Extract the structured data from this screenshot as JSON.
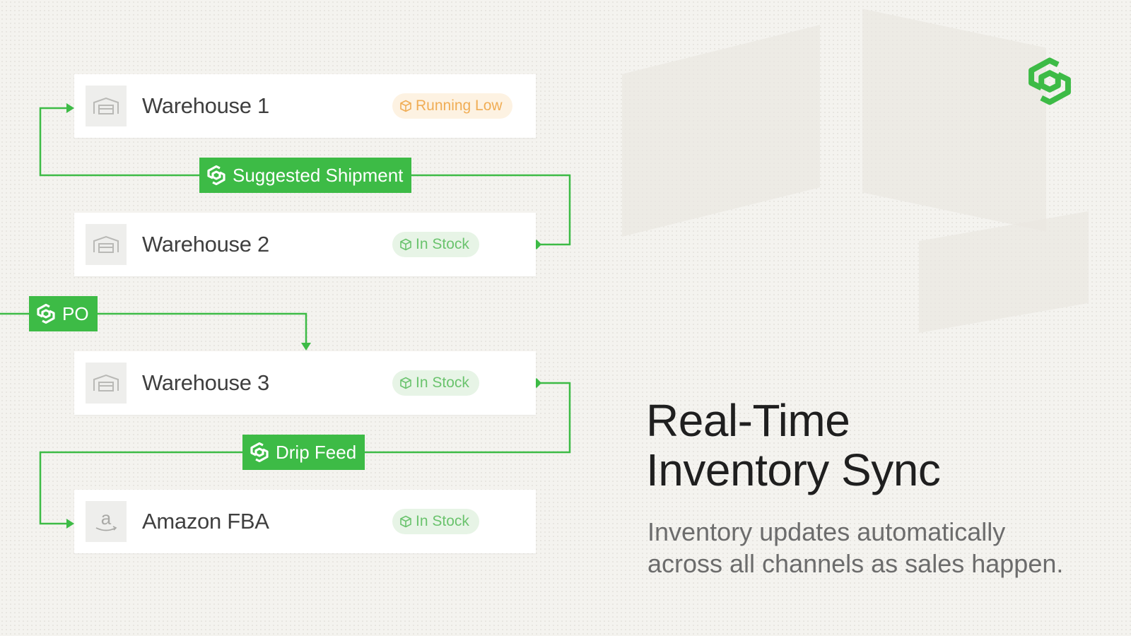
{
  "warehouses": [
    {
      "name": "Warehouse 1",
      "status": "Running Low",
      "icon": "warehouse-icon"
    },
    {
      "name": "Warehouse 2",
      "status": "In Stock",
      "icon": "warehouse-icon"
    },
    {
      "name": "Warehouse 3",
      "status": "In Stock",
      "icon": "warehouse-icon"
    },
    {
      "name": "Amazon FBA",
      "status": "In Stock",
      "icon": "amazon-icon"
    }
  ],
  "flows": {
    "suggested_shipment": "Suggested Shipment",
    "po": "PO",
    "drip_feed": "Drip Feed"
  },
  "hero": {
    "title_line1": "Real-Time",
    "title_line2": "Inventory Sync",
    "subtitle_line1": "Inventory updates automatically",
    "subtitle_line2": "across all channels as sales happen."
  },
  "colors": {
    "accent_green": "#3dbb46",
    "status_low": "#f0ad55",
    "status_ok": "#6ac36d",
    "background": "#f4f3ef"
  }
}
